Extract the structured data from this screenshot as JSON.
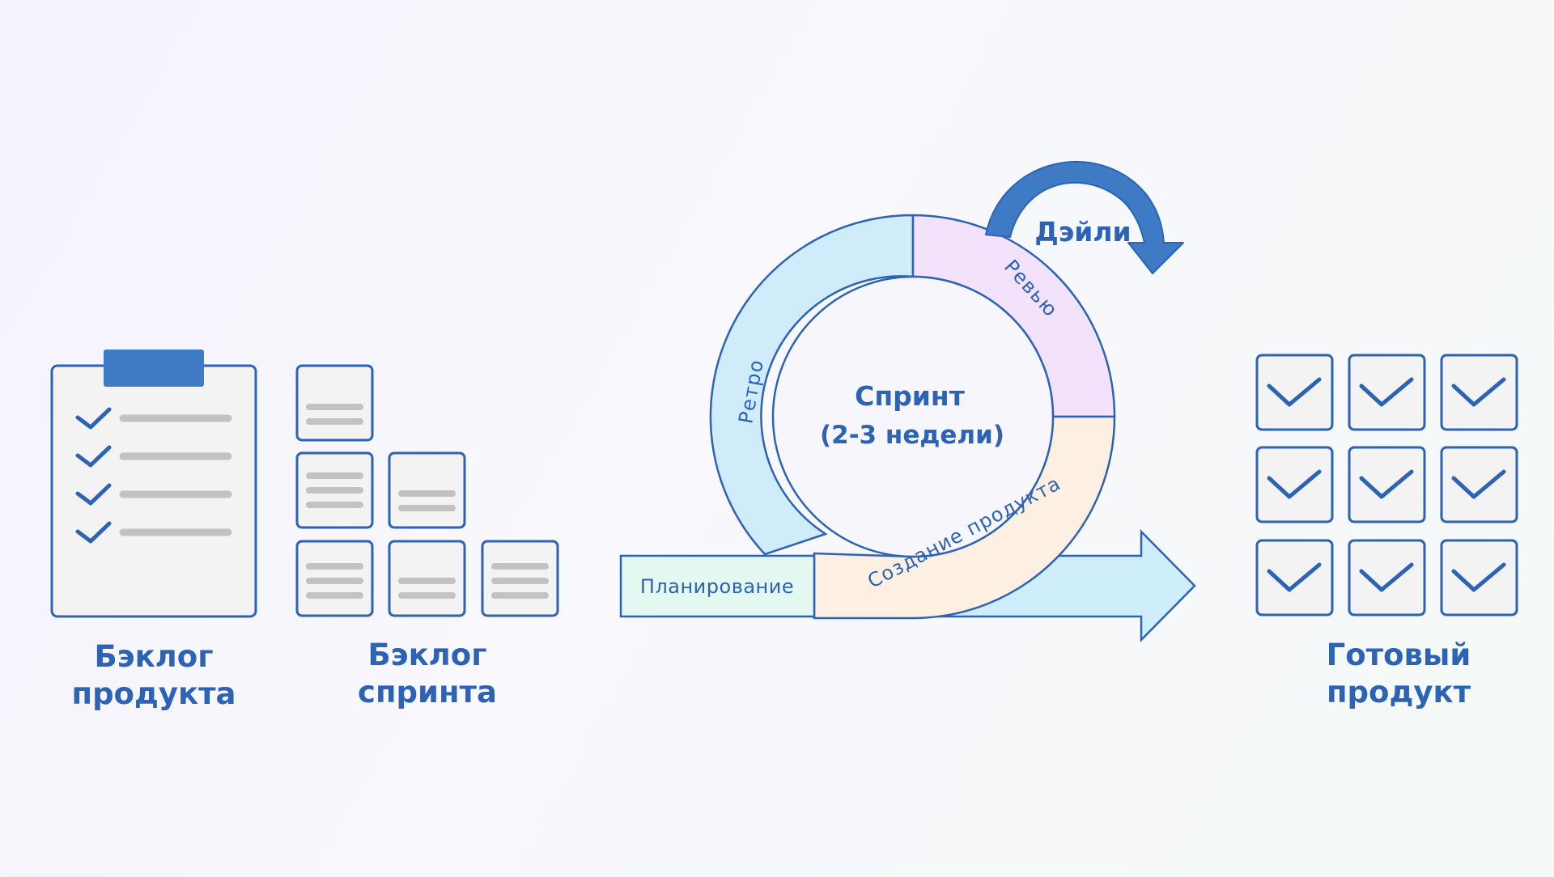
{
  "product_backlog": {
    "line1": "Бэклог",
    "line2": "продукта",
    "checked_items": 4
  },
  "sprint_backlog": {
    "line1": "Бэклог",
    "line2": "спринта",
    "cards": 6
  },
  "sprint_cycle": {
    "center_line1": "Спринт",
    "center_line2": "(2-3 недели)",
    "daily": "Дэйли",
    "retro": "Ретро",
    "review": "Ревью",
    "creation": "Создание продукта",
    "planning": "Планирование"
  },
  "done_product": {
    "line1": "Готовый",
    "line2": "продукт",
    "tiles": 9
  },
  "colors": {
    "primary_blue": "#2c63b4",
    "arrow_blue": "#3f7ac5",
    "retro_fill": "#d0ecfb",
    "review_fill": "#f2e2fb",
    "creation_fill": "#fdf0e3",
    "planning_fill": "#e2f8f1",
    "arrow_fill": "#cfeefc",
    "line_gray": "#c2c2c2",
    "card_fill": "#f3f3f4"
  }
}
